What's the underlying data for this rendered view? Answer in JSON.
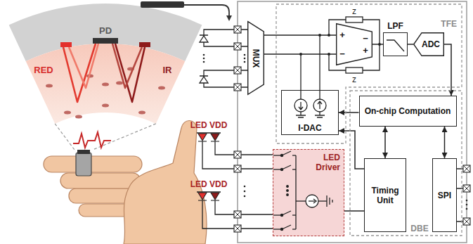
{
  "diagram": {
    "nodes": [
      {
        "text": [
          "MUX"
        ]
      },
      {
        "text": [
          "TFE"
        ]
      },
      {
        "text": [
          "+",
          "−",
          "−",
          "+"
        ],
        "in": 1
      },
      {
        "text": [
          "LPF"
        ],
        "in": 1
      },
      {
        "text": [
          "ADC"
        ],
        "in": 1
      },
      {
        "text": [
          "I-DAC"
        ],
        "in": 1
      },
      {
        "text": [
          "DBE"
        ]
      },
      {
        "text": [
          "On-chip Computation"
        ],
        "in": 6
      },
      {
        "text": [
          "Timing Unit"
        ],
        "in": 6
      },
      {
        "text": [
          "SPI"
        ],
        "in": 6
      },
      {
        "text": [
          "LED Driver"
        ]
      }
    ],
    "edges": [
      {
        "from": 0,
        "to": 2,
        "arrow": "none"
      },
      {
        "from": 0,
        "to": 2,
        "arrow": "none"
      },
      {
        "from": 2,
        "to": 3,
        "arrow": "none"
      },
      {
        "from": 3,
        "to": 4,
        "arrow": "none"
      },
      {
        "from": 4,
        "to": 7,
        "arrow": "to"
      },
      {
        "from": 7,
        "to": 5,
        "arrow": "to"
      },
      {
        "from": 7,
        "to": 8,
        "arrow": "both"
      },
      {
        "from": 7,
        "to": 9,
        "arrow": "both"
      },
      {
        "from": 8,
        "to": 10,
        "arrow": "none"
      },
      {
        "from": 8,
        "to": 5,
        "arrow": "to"
      }
    ],
    "labels": [
      "RED",
      "PD",
      "IR",
      "LED VDD",
      "LED VDD",
      "z",
      "z"
    ]
  }
}
